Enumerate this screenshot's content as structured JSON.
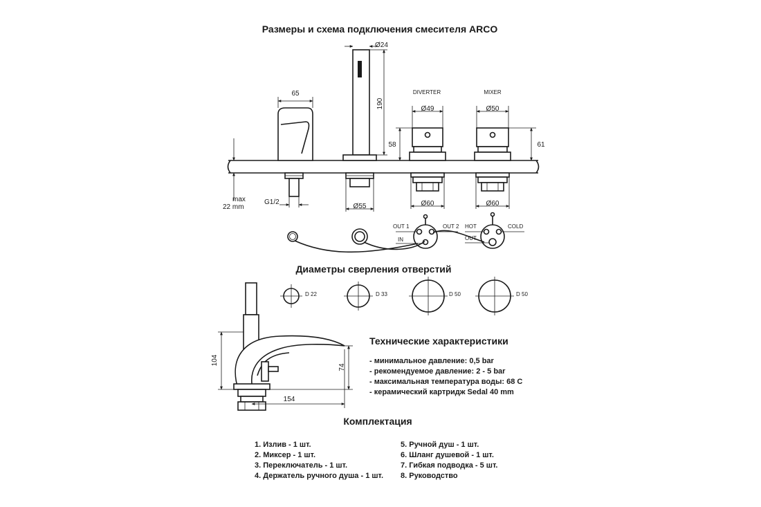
{
  "titles": {
    "main": "Размеры и схема подключения смесителя ARCO",
    "drilling": "Диаметры сверления отверстий",
    "specs": "Технические характеристики",
    "kit": "Комплектация"
  },
  "dims": {
    "d24": "Ø24",
    "h190": "190",
    "w65": "65",
    "h58": "58",
    "d49": "Ø49",
    "d50": "Ø50",
    "h61": "61",
    "max": "max",
    "mm22": "22 mm",
    "g12": "G1/2",
    "d55": "Ø55",
    "d60a": "Ø60",
    "d60b": "Ø60",
    "h104": "104",
    "h74": "74",
    "w154": "154"
  },
  "labels": {
    "diverter": "DIVERTER",
    "mixer": "MIXER",
    "out1": "OUT 1",
    "out2": "OUT 2",
    "in": "IN",
    "hot": "HOT",
    "cold": "COLD",
    "out": "OUT"
  },
  "holes": [
    "D 22",
    "D 33",
    "D 50",
    "D 50"
  ],
  "specs": [
    "- минимальное давление: 0,5 bar",
    "- рекомендуемое давление: 2 - 5 bar",
    "- максимальная температура воды: 68 С",
    "- керамический картридж Sedal 40 mm"
  ],
  "kit_left": [
    "1. Излив - 1 шт.",
    "2. Миксер - 1 шт.",
    "3. Переключатель - 1 шт.",
    "4. Держатель ручного душа - 1 шт."
  ],
  "kit_right": [
    "5. Ручной душ - 1 шт.",
    "6. Шланг душевой - 1 шт.",
    "7. Гибкая подводка - 5 шт.",
    "8. Руководство"
  ]
}
